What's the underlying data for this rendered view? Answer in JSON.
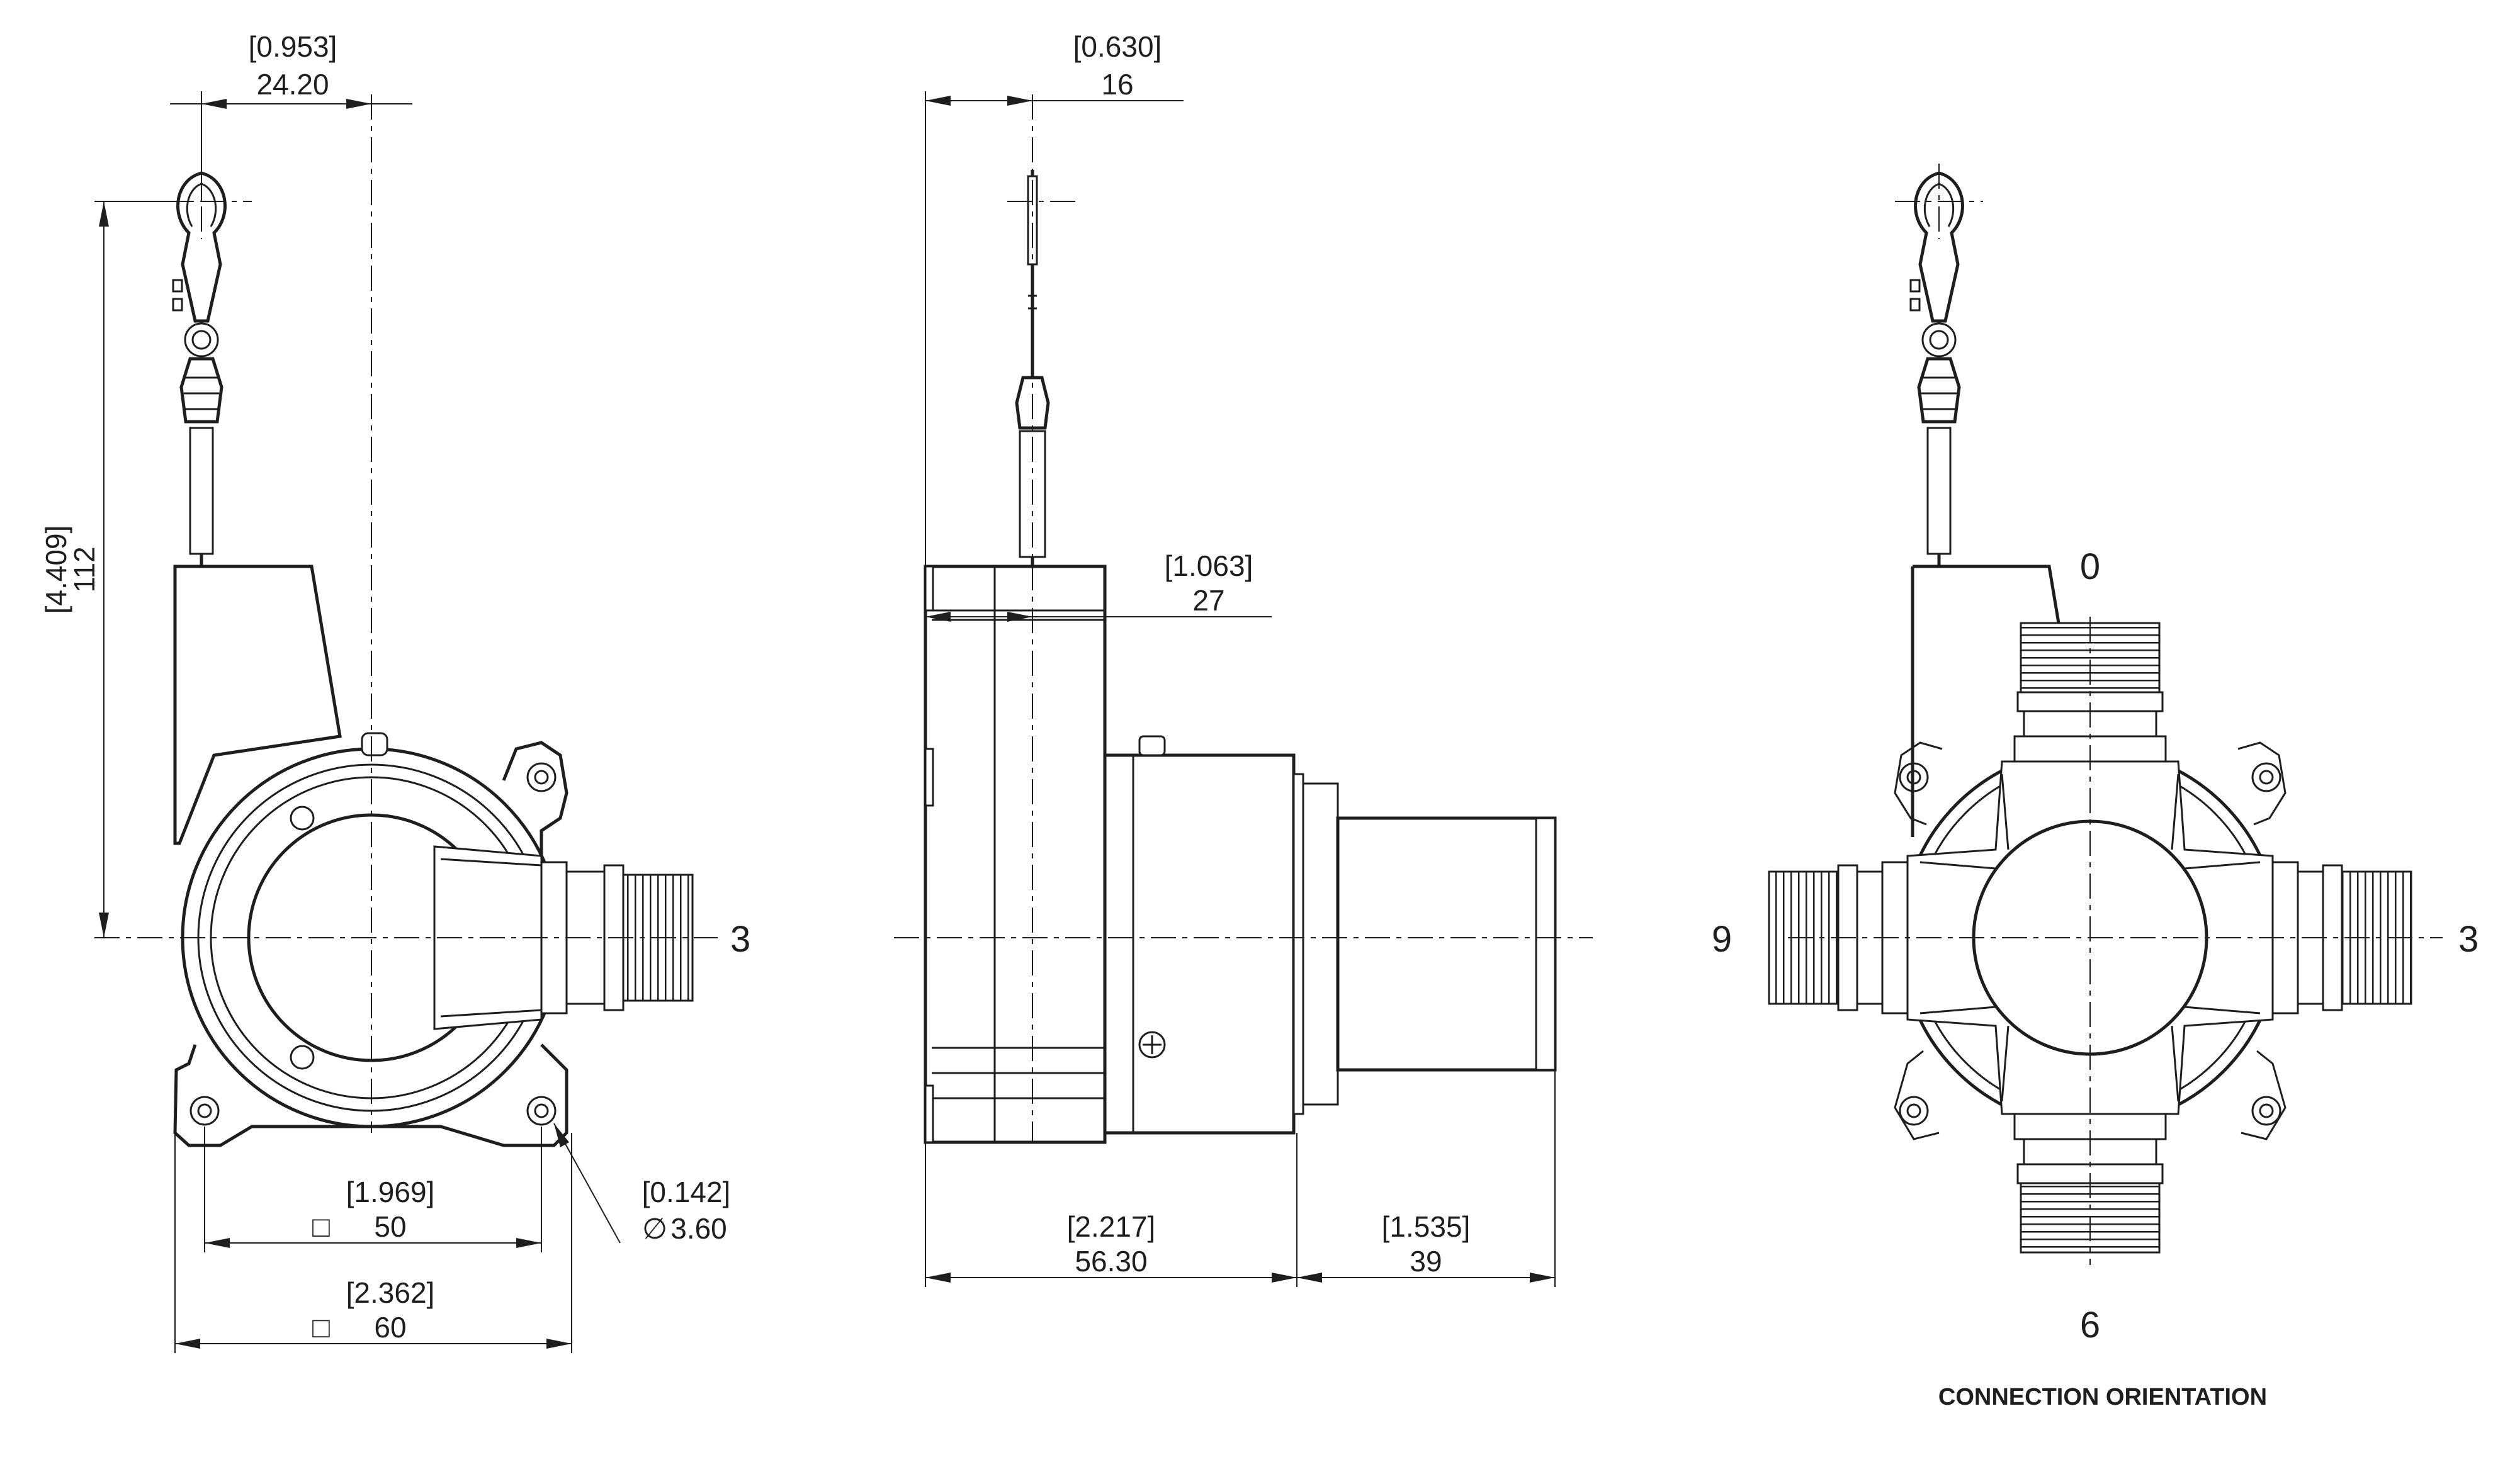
{
  "dimensions": {
    "top_width_in": "[0.953]",
    "top_width_mm": "24.20",
    "height_in": "[4.409]",
    "height_mm": "112",
    "mount_spacing_in": "[1.969]",
    "mount_spacing_mm": "50",
    "overall_width_in": "[2.362]",
    "overall_width_mm": "60",
    "hole_dia_in": "[0.142]",
    "hole_dia_mm": "3.60",
    "side_cable_in": "[0.630]",
    "side_cable_mm": "16",
    "side_body_in": "[1.063]",
    "side_body_mm": "27",
    "side_depth_in": "[2.217]",
    "side_depth_mm": "56.30",
    "connector_len_in": "[1.535]",
    "connector_len_mm": "39"
  },
  "symbols": {
    "square": "□",
    "diameter": "∅"
  },
  "orientation": {
    "front_label_3": "3",
    "label_0": "0",
    "label_3": "3",
    "label_6": "6",
    "label_9": "9",
    "caption": "CONNECTION ORIENTATION"
  }
}
